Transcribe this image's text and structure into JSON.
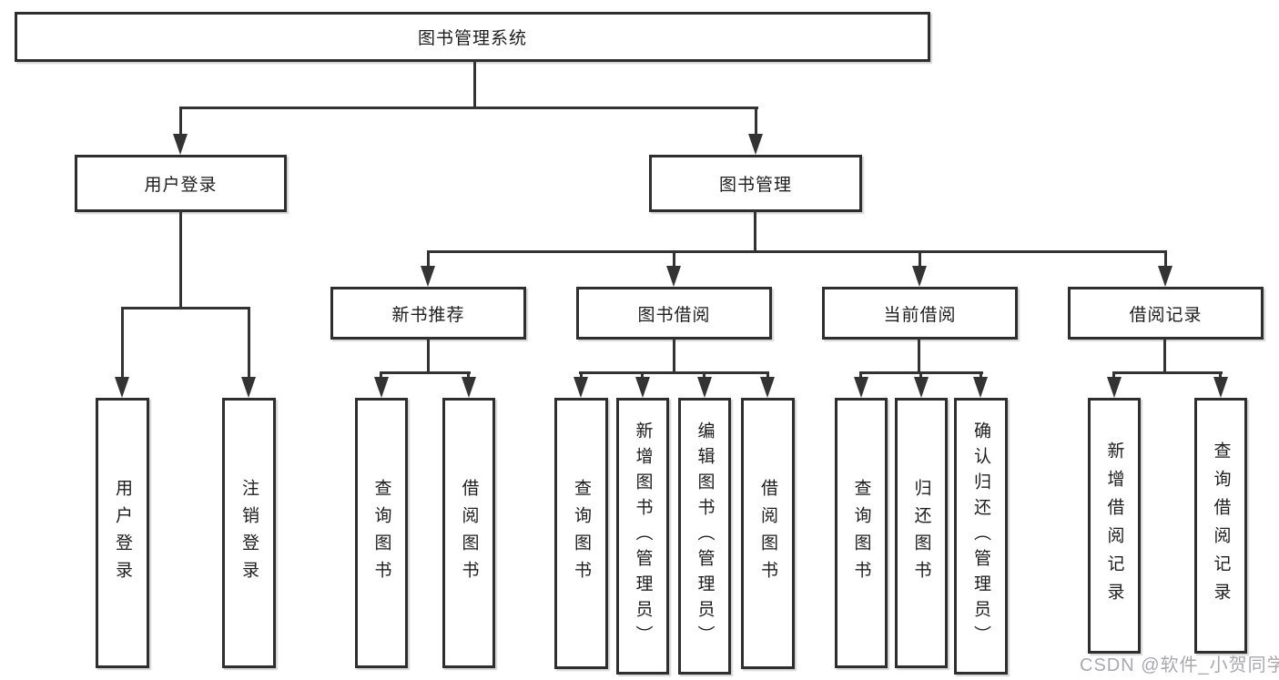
{
  "diagram": {
    "title": "图书管理系统",
    "type": "hierarchy-tree",
    "line_color": "#333333",
    "box_border_color": "#2e2e2e",
    "text_color": "#1d1d1d",
    "background_color": "#ffffff",
    "watermark": "CSDN @软件_小贺同学",
    "watermark_color": "#a9a9ad",
    "nodes": {
      "root": {
        "label": "图书管理系统"
      },
      "user_login": {
        "label": "用户登录"
      },
      "book_mgmt": {
        "label": "图书管理"
      },
      "login": {
        "label": "用户登录"
      },
      "logout": {
        "label": "注销登录"
      },
      "new_book_rec": {
        "label": "新书推荐"
      },
      "book_borrow": {
        "label": "图书借阅"
      },
      "current_borrow": {
        "label": "当前借阅"
      },
      "borrow_records": {
        "label": "借阅记录"
      },
      "nb_query": {
        "label": "查询图书"
      },
      "nb_borrow": {
        "label": "借阅图书"
      },
      "bb_query": {
        "label": "查询图书"
      },
      "bb_add": {
        "label": "新增图书（管理员）"
      },
      "bb_edit": {
        "label": "编辑图书（管理员）"
      },
      "bb_borrow": {
        "label": "借阅图书"
      },
      "cb_query": {
        "label": "查询图书"
      },
      "cb_return": {
        "label": "归还图书"
      },
      "cb_confirm": {
        "label": "确认归还（管理员）"
      },
      "br_add": {
        "label": "新增借阅记录"
      },
      "br_query": {
        "label": "查询借阅记录"
      }
    },
    "structure": [
      {
        "parent": "图书管理系统",
        "children": [
          "用户登录",
          "图书管理"
        ]
      },
      {
        "parent": "用户登录",
        "children": [
          "用户登录",
          "注销登录"
        ]
      },
      {
        "parent": "图书管理",
        "children": [
          "新书推荐",
          "图书借阅",
          "当前借阅",
          "借阅记录"
        ]
      },
      {
        "parent": "新书推荐",
        "children": [
          "查询图书",
          "借阅图书"
        ]
      },
      {
        "parent": "图书借阅",
        "children": [
          "查询图书",
          "新增图书（管理员）",
          "编辑图书（管理员）",
          "借阅图书"
        ]
      },
      {
        "parent": "当前借阅",
        "children": [
          "查询图书",
          "归还图书",
          "确认归还（管理员）"
        ]
      },
      {
        "parent": "借阅记录",
        "children": [
          "新增借阅记录",
          "查询借阅记录"
        ]
      }
    ]
  }
}
